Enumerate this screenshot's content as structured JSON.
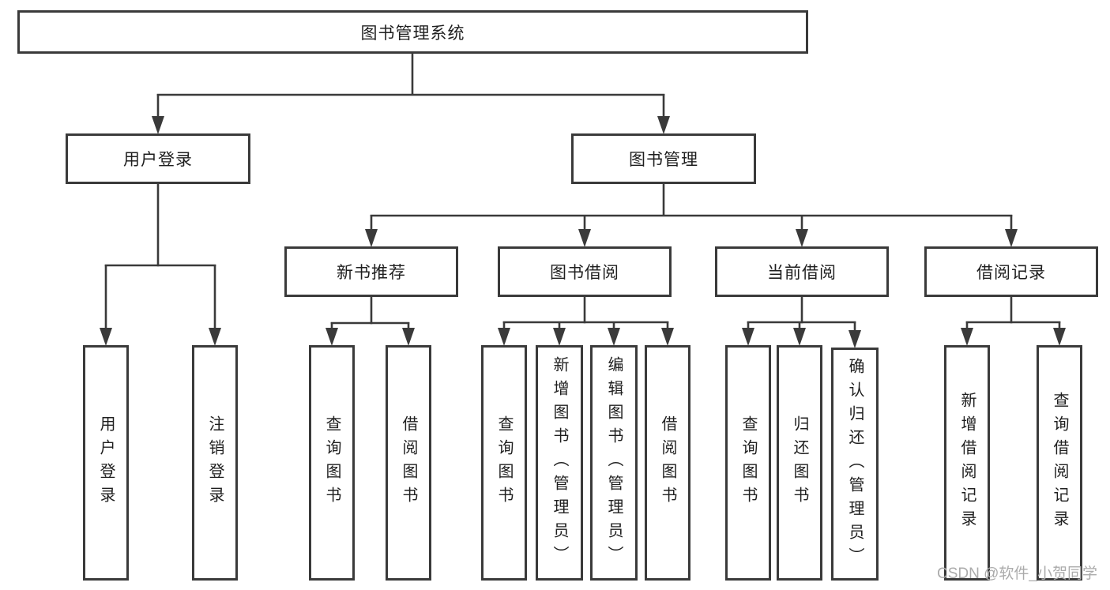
{
  "diagram": {
    "type": "hierarchy-tree",
    "title": "图书管理系统",
    "colors": {
      "line": "#3a3a3a",
      "box_border": "#3a3a3a",
      "text": "#1f1f1f",
      "watermark": "#ababab",
      "background": "#ffffff"
    }
  },
  "tree": {
    "label": "图书管理系统",
    "children": [
      {
        "label": "用户登录",
        "children": [
          {
            "label": "用户登录"
          },
          {
            "label": "注销登录"
          }
        ]
      },
      {
        "label": "图书管理",
        "children": [
          {
            "label": "新书推荐",
            "children": [
              {
                "label": "查询图书"
              },
              {
                "label": "借阅图书"
              }
            ]
          },
          {
            "label": "图书借阅",
            "children": [
              {
                "label": "查询图书"
              },
              {
                "label": "新增图书（管理员）"
              },
              {
                "label": "编辑图书（管理员）"
              },
              {
                "label": "借阅图书"
              }
            ]
          },
          {
            "label": "当前借阅",
            "children": [
              {
                "label": "查询图书"
              },
              {
                "label": "归还图书"
              },
              {
                "label": "确认归还（管理员）"
              }
            ]
          },
          {
            "label": "借阅记录",
            "children": [
              {
                "label": "新增借阅记录"
              },
              {
                "label": "查询借阅记录"
              }
            ]
          }
        ]
      }
    ]
  },
  "watermark": {
    "text": "CSDN @软件_小贺同学"
  }
}
